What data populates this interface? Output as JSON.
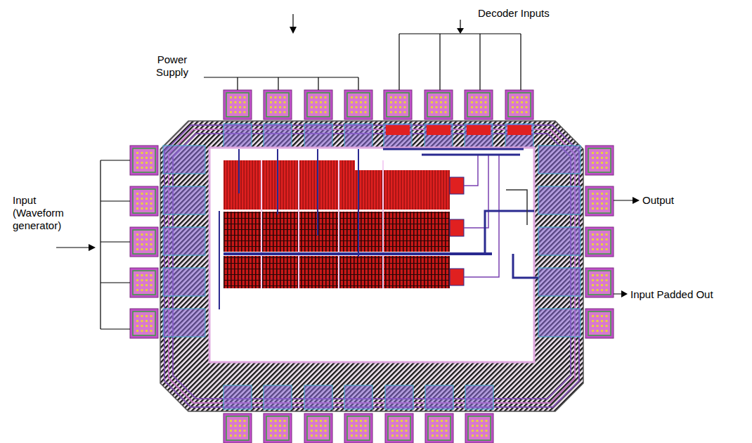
{
  "diagram": {
    "labels": [
      "Power Supply",
      "Decoder Inputs",
      "Input (Waveform generator)",
      "Output",
      "Input Padded Out"
    ]
  }
}
